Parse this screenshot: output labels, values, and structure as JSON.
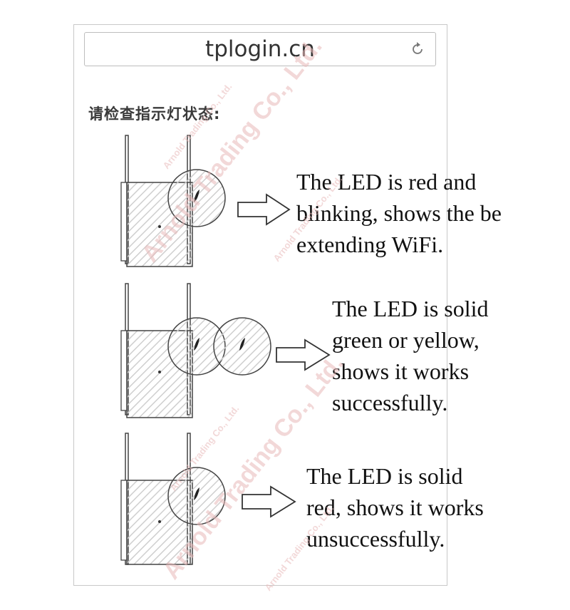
{
  "browser": {
    "url": "tplogin.cn",
    "refresh_icon": "refresh-icon"
  },
  "page": {
    "heading": "请检查指示灯状态:"
  },
  "statuses": [
    {
      "lines": [
        "The LED is red and",
        "blinking, shows the be",
        "extending WiFi."
      ],
      "led_count": 1
    },
    {
      "lines": [
        "The LED is solid",
        "green or yellow,",
        "shows it works",
        "successfully."
      ],
      "led_count": 2
    },
    {
      "lines": [
        "The LED is solid",
        "red, shows it works",
        "unsuccessfully."
      ],
      "led_count": 1
    }
  ],
  "watermark": {
    "main": "Arnold Trading Co., Ltd.",
    "small": "Arnold Trading Co., Ltd.",
    "color": "#e8b8b8"
  }
}
